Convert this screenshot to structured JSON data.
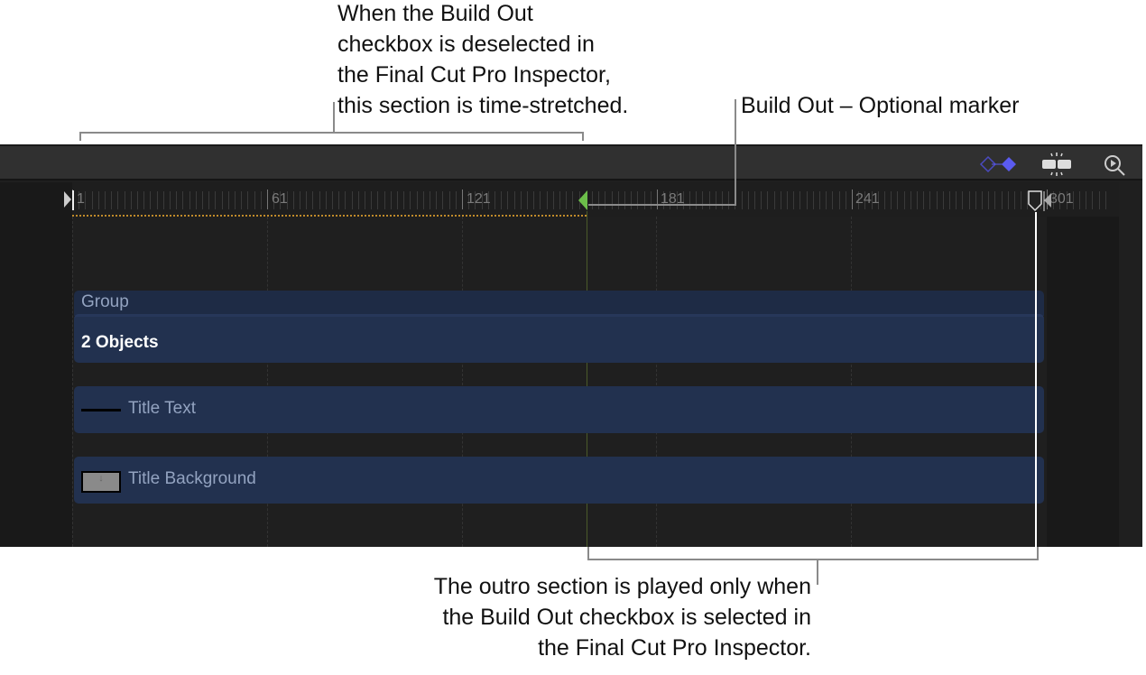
{
  "callouts": {
    "top_left": [
      "When the Build Out",
      "checkbox is deselected in",
      "the Final Cut Pro Inspector,",
      "this section is time-stretched."
    ],
    "top_right": "Build Out – Optional marker",
    "bottom": [
      "The outro section is played only when",
      "the Build Out checkbox is selected in",
      "the Final Cut Pro Inspector."
    ]
  },
  "toolbar": {
    "icons": [
      "keyframe-diamonds-icon",
      "snapping-icon",
      "zoom-play-icon"
    ],
    "accent": "#5b5bf0"
  },
  "ruler": {
    "labels": [
      "1",
      "61",
      "121",
      "181",
      "241",
      "301"
    ],
    "build_out_marker_color": "#6cbf4a"
  },
  "tracks": {
    "group": "Group",
    "objects": "2 Objects",
    "items": [
      "Title Text",
      "Title Background"
    ]
  }
}
